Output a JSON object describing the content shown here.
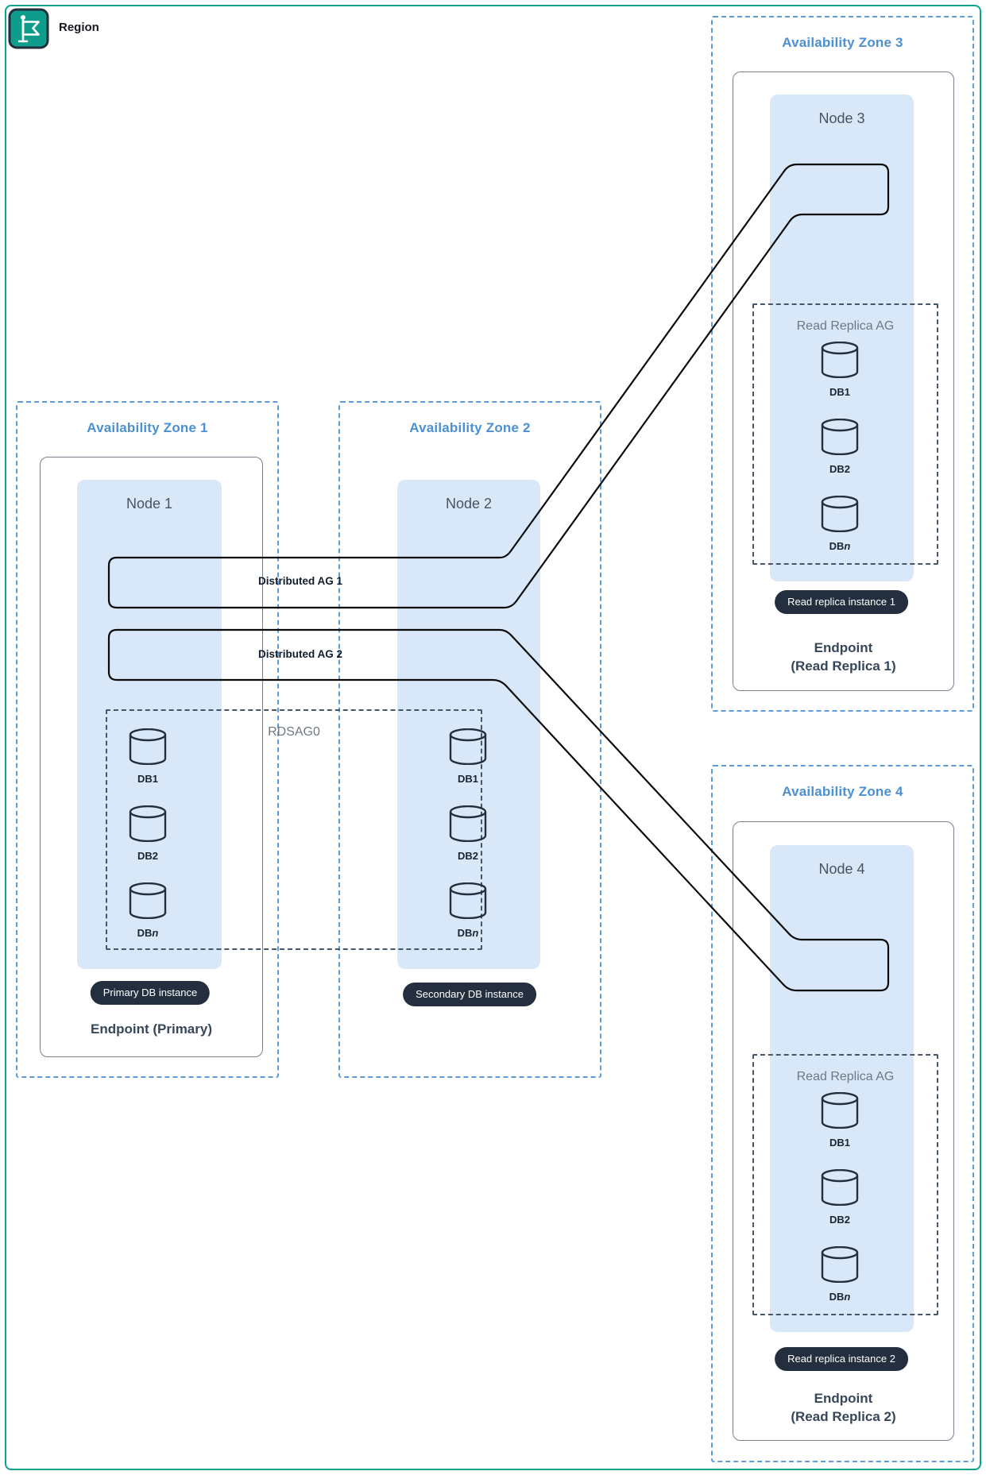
{
  "region": {
    "label": "Region"
  },
  "zones": {
    "az1": {
      "label": "Availability Zone 1",
      "node_label": "Node 1",
      "badge": "Primary DB instance",
      "endpoint": "Endpoint (Primary)"
    },
    "az2": {
      "label": "Availability Zone 2",
      "node_label": "Node 2",
      "badge": "Secondary DB instance"
    },
    "az3": {
      "label": "Availability Zone 3",
      "node_label": "Node 3",
      "ag_label": "Read Replica AG",
      "badge": "Read replica instance 1",
      "endpoint_line1": "Endpoint",
      "endpoint_line2": "(Read Replica 1)"
    },
    "az4": {
      "label": "Availability Zone 4",
      "node_label": "Node 4",
      "ag_label": "Read Replica AG",
      "badge": "Read replica instance 2",
      "endpoint_line1": "Endpoint",
      "endpoint_line2": "(Read Replica 2)"
    }
  },
  "rdsag": {
    "label": "RDSAG0"
  },
  "bands": {
    "ag1_label": "Distributed AG 1",
    "ag2_label": "Distributed AG 2"
  },
  "db_labels": {
    "db1": "DB1",
    "db2": "DB2",
    "dbn_prefix": "DB",
    "dbn_suffix": "n"
  },
  "colors": {
    "region_teal": "#0aa48d",
    "az_blue": "#4b90d2",
    "panel_blue": "#d9e8f8",
    "badge_navy": "#232f3e",
    "connector_black": "#0b0b0b"
  }
}
